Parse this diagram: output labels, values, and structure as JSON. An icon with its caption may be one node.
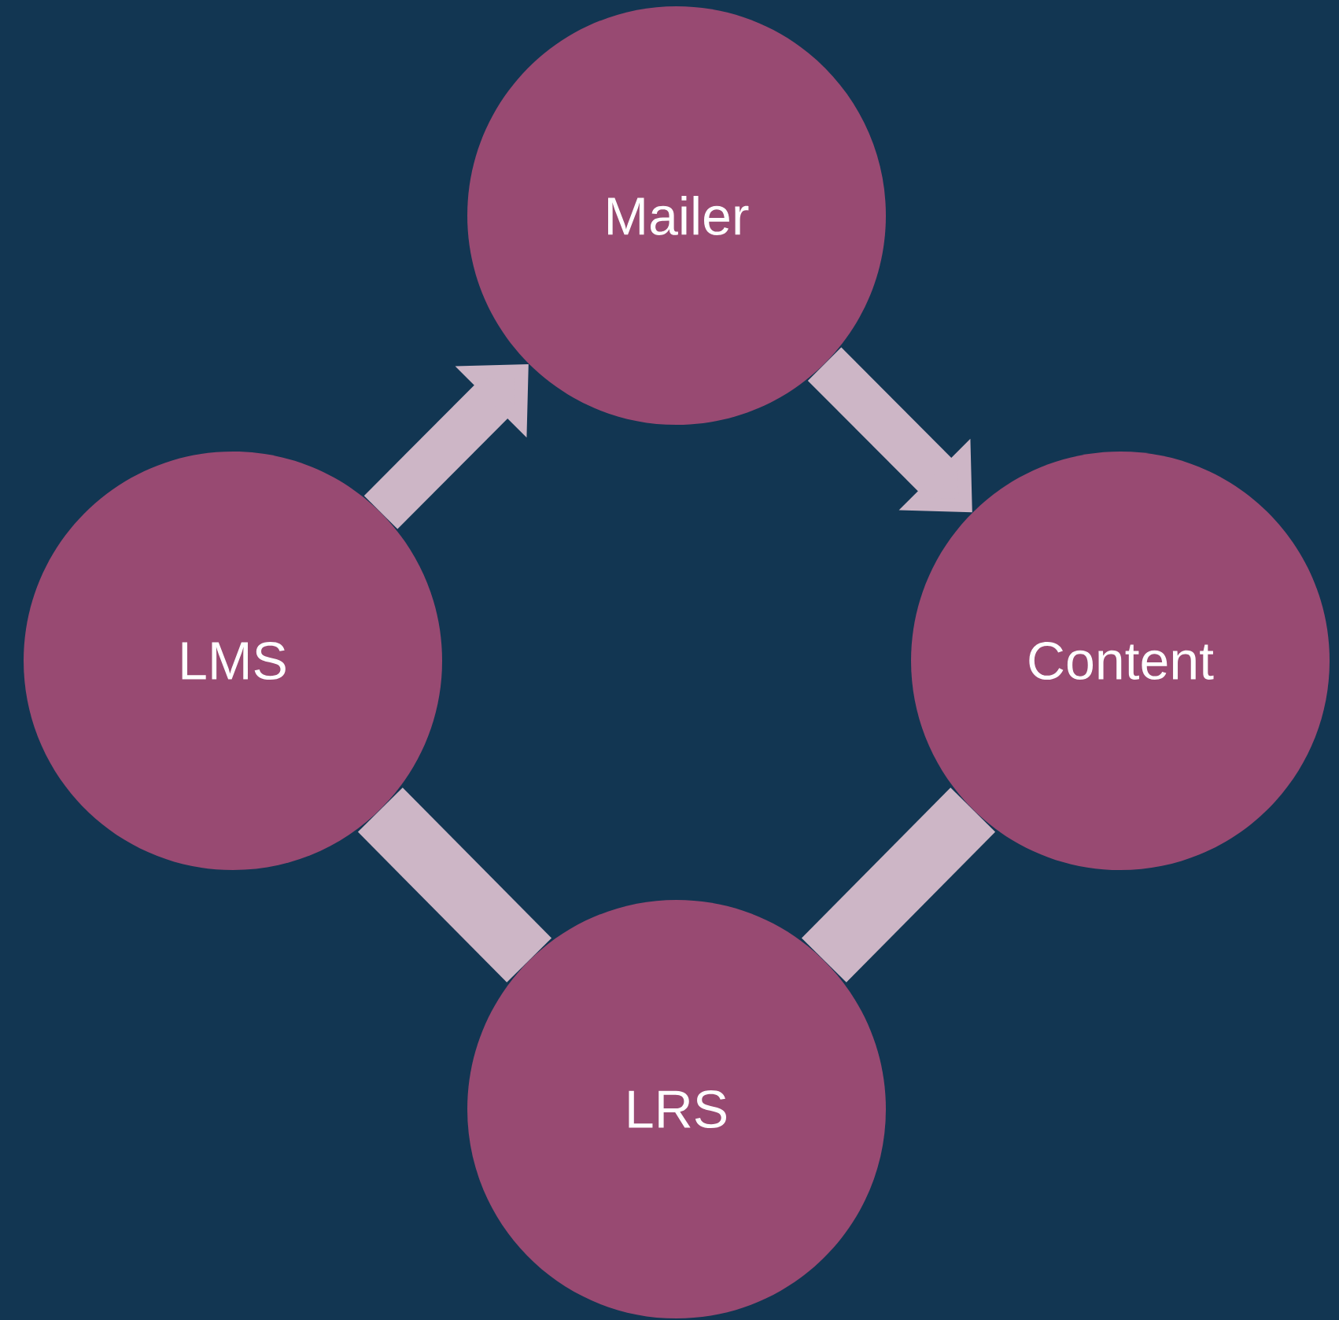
{
  "diagram": {
    "nodes": [
      {
        "text": [
          "Mailer"
        ]
      },
      {
        "text": [
          "LMS"
        ]
      },
      {
        "text": [
          "Content"
        ]
      },
      {
        "text": [
          "LRS"
        ]
      }
    ],
    "edges": [
      {
        "from": 1,
        "to": 0,
        "arrow": "to"
      },
      {
        "from": 0,
        "to": 2,
        "arrow": "to"
      },
      {
        "from": 2,
        "to": 3,
        "arrow": "none"
      },
      {
        "from": 3,
        "to": 1,
        "arrow": "none"
      }
    ]
  }
}
